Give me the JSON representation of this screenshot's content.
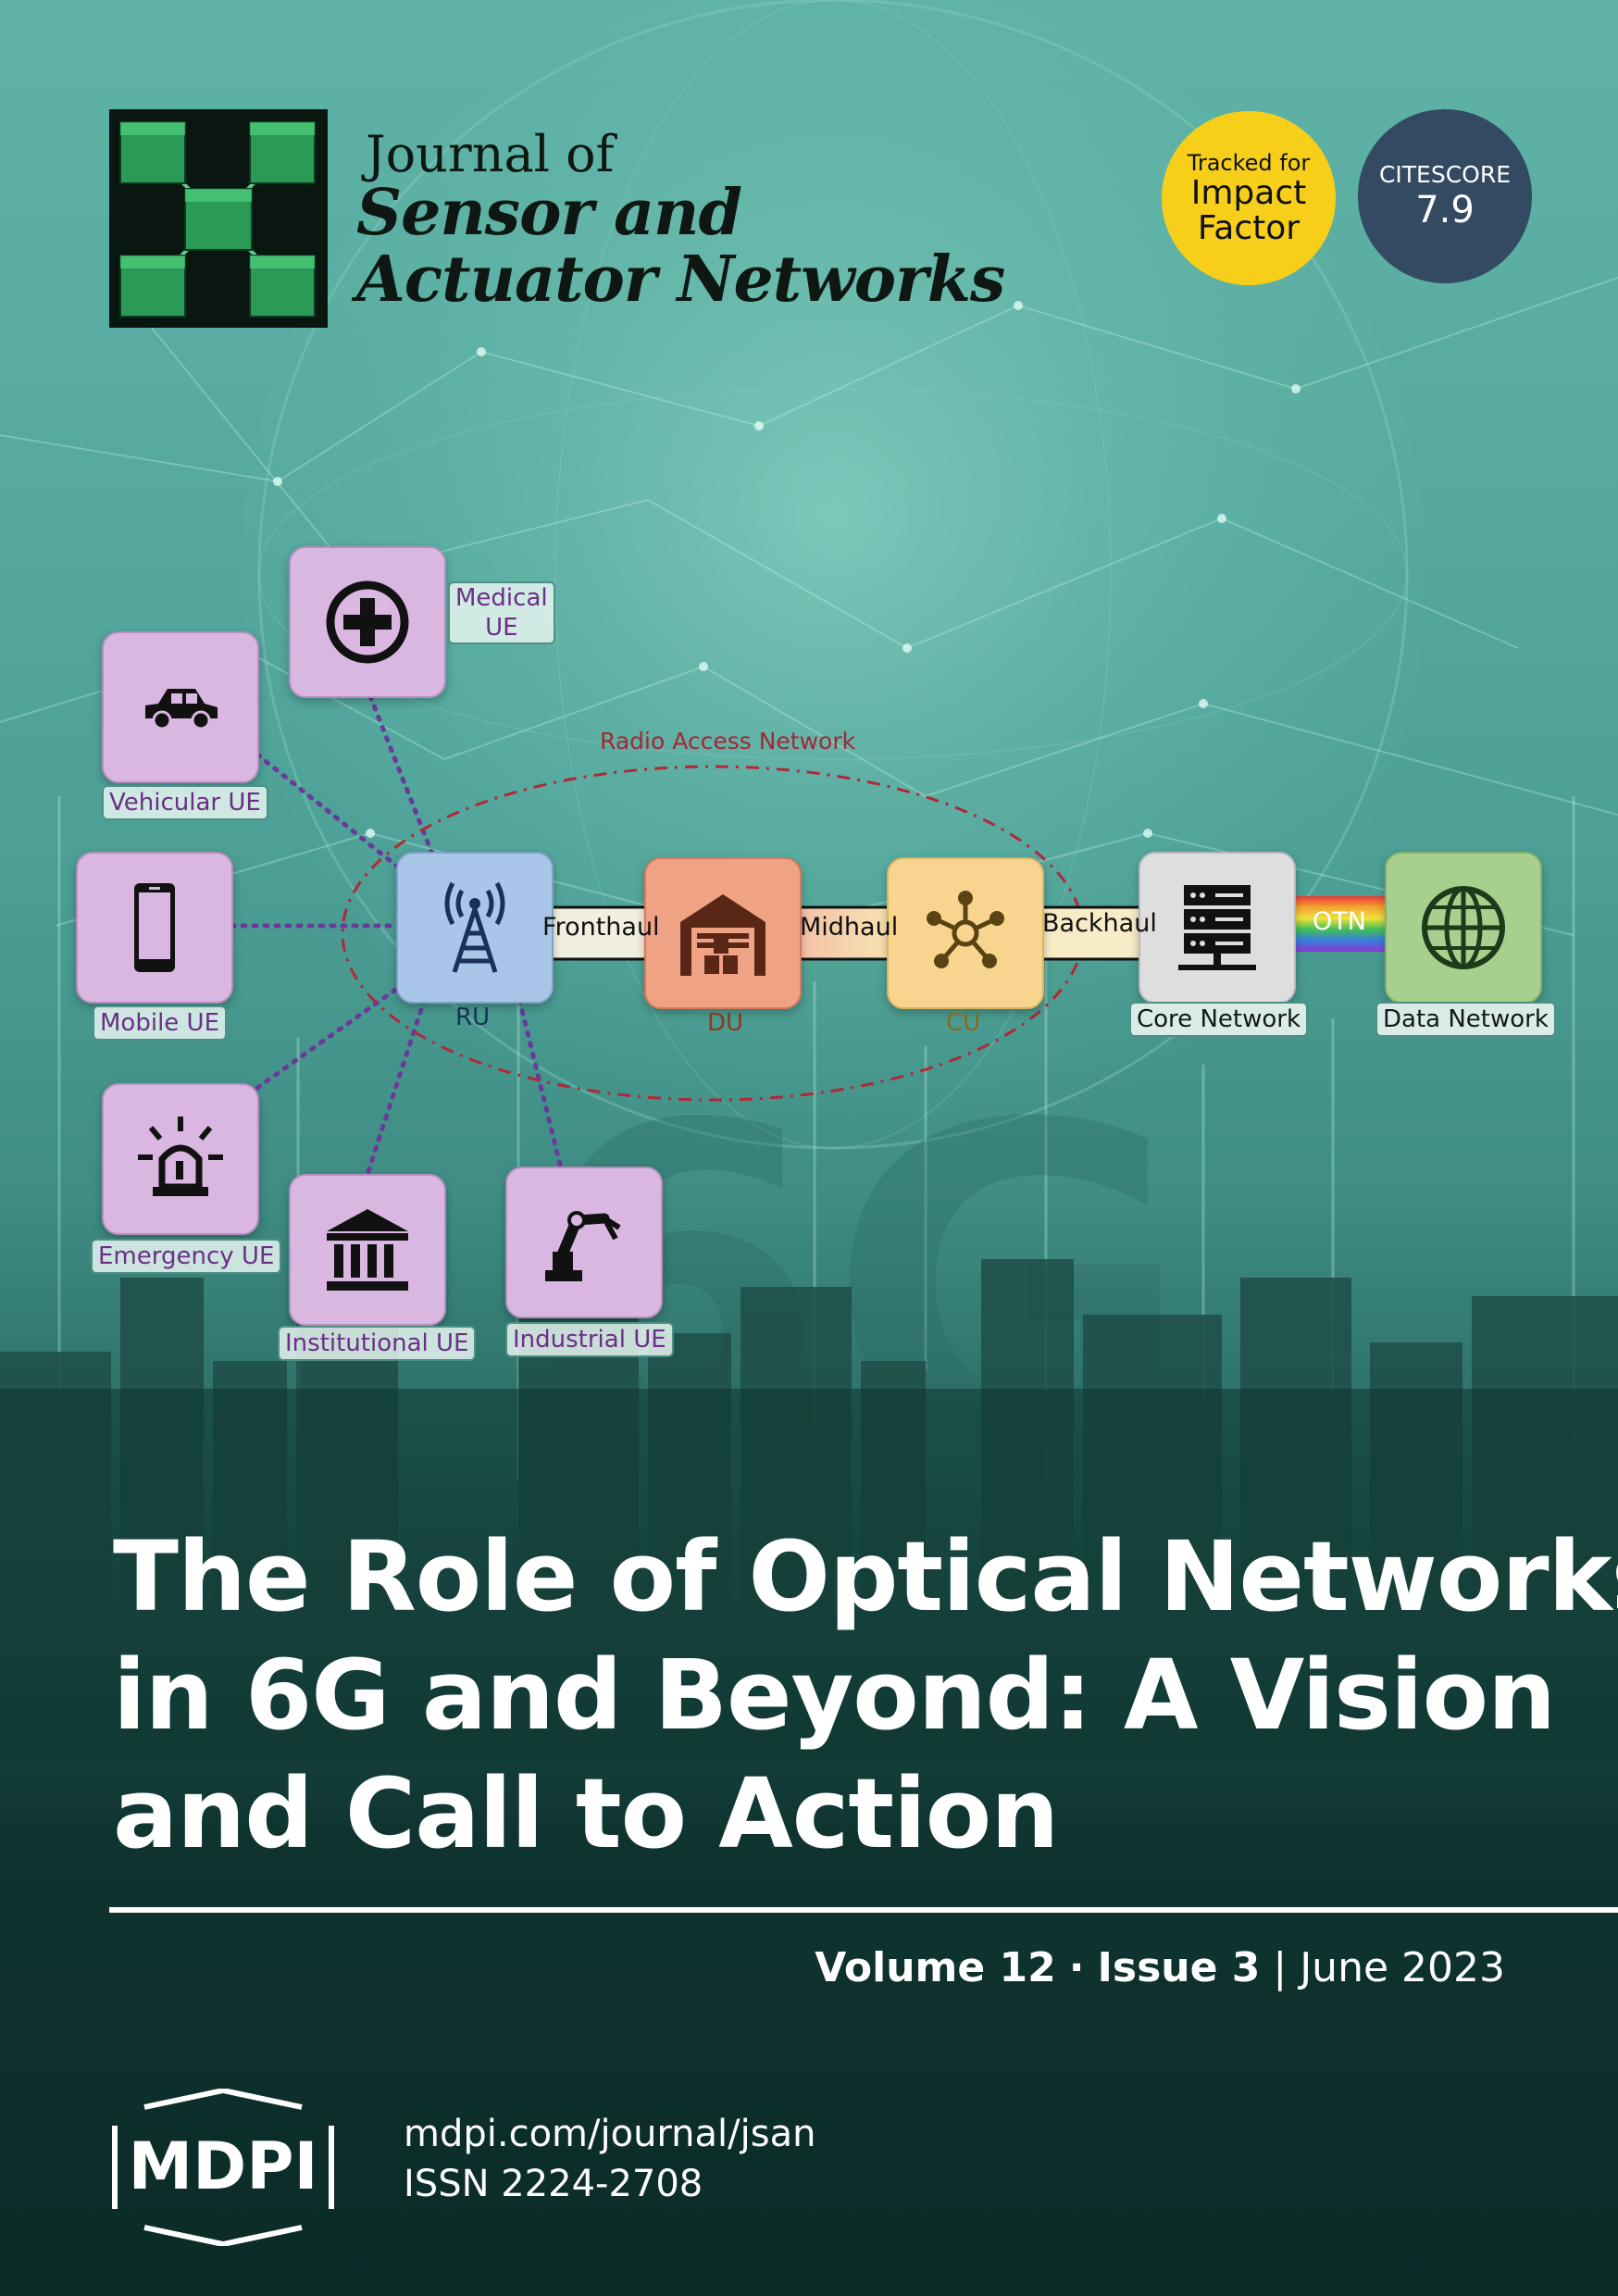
{
  "journal": {
    "name_line1": "Journal of",
    "name_line2": "Sensor and",
    "name_line3": "Actuator Networks"
  },
  "badges": {
    "impact_line1": "Tracked for",
    "impact_line2": "Impact",
    "impact_line3": "Factor",
    "citescore_label": "CITESCORE",
    "citescore_value": "7.9"
  },
  "diagram": {
    "ran_label": "Radio Access Network",
    "devices": {
      "medical_line1": "Medical",
      "medical_line2": "UE",
      "vehicular": "Vehicular UE",
      "mobile": "Mobile UE",
      "emergency": "Emergency UE",
      "institutional": "Institutional UE",
      "industrial": "Industrial UE"
    },
    "nodes": {
      "ru": "RU",
      "du": "DU",
      "cu": "CU",
      "core": "Core Network",
      "data": "Data Network"
    },
    "links": {
      "fronthaul": "Fronthaul",
      "midhaul": "Midhaul",
      "backhaul": "Backhaul",
      "otn": "OTN"
    },
    "background_text": "6G"
  },
  "article": {
    "title_line1": "The Role of Optical Networks",
    "title_line2": "in 6G and Beyond: A Vision",
    "title_line3": "and Call to Action"
  },
  "issue": {
    "volume": "Volume 12",
    "separator": "·",
    "issue": "Issue 3",
    "divider": "|",
    "date": "June 2023"
  },
  "publisher": {
    "logo_text": "MDPI",
    "url": "mdpi.com/journal/jsan",
    "issn": "ISSN 2224-2708"
  },
  "colors": {
    "impact_badge": "#f7cf1a",
    "citescore_badge": "#334a62",
    "ue_box": "#d9b7e1",
    "ru": "#a9c6e8",
    "du": "#f0a384",
    "cu": "#f8d58e",
    "core": "#dedede",
    "data_network": "#a7d08f"
  }
}
